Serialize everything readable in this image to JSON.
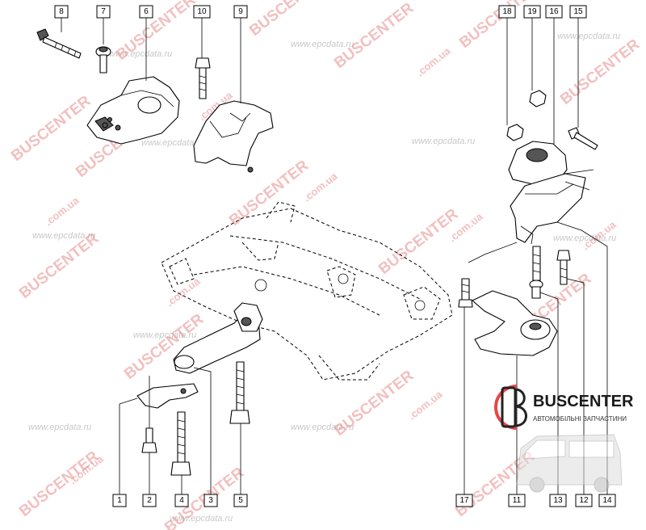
{
  "callouts": {
    "c1": "1",
    "c2": "2",
    "c3": "3",
    "c4": "4",
    "c5": "5",
    "c6": "6",
    "c7": "7",
    "c8": "8",
    "c9": "9",
    "c10": "10",
    "c11": "11",
    "c12": "12",
    "c13": "13",
    "c14": "14",
    "c15": "15",
    "c16": "16",
    "c17": "17",
    "c18": "18",
    "c19": "19"
  },
  "watermarks": {
    "brand": "BUSCENTER",
    "domain": ".com.ua",
    "epc": "www.epcdata.ru"
  },
  "logo": {
    "name": "BUSCENTER",
    "tagline": "АВТОМОБІЛЬНІ ЗАПЧАСТИНИ"
  },
  "colors": {
    "watermark": "#e88c8c",
    "line": "#000000",
    "background": "#ffffff"
  }
}
